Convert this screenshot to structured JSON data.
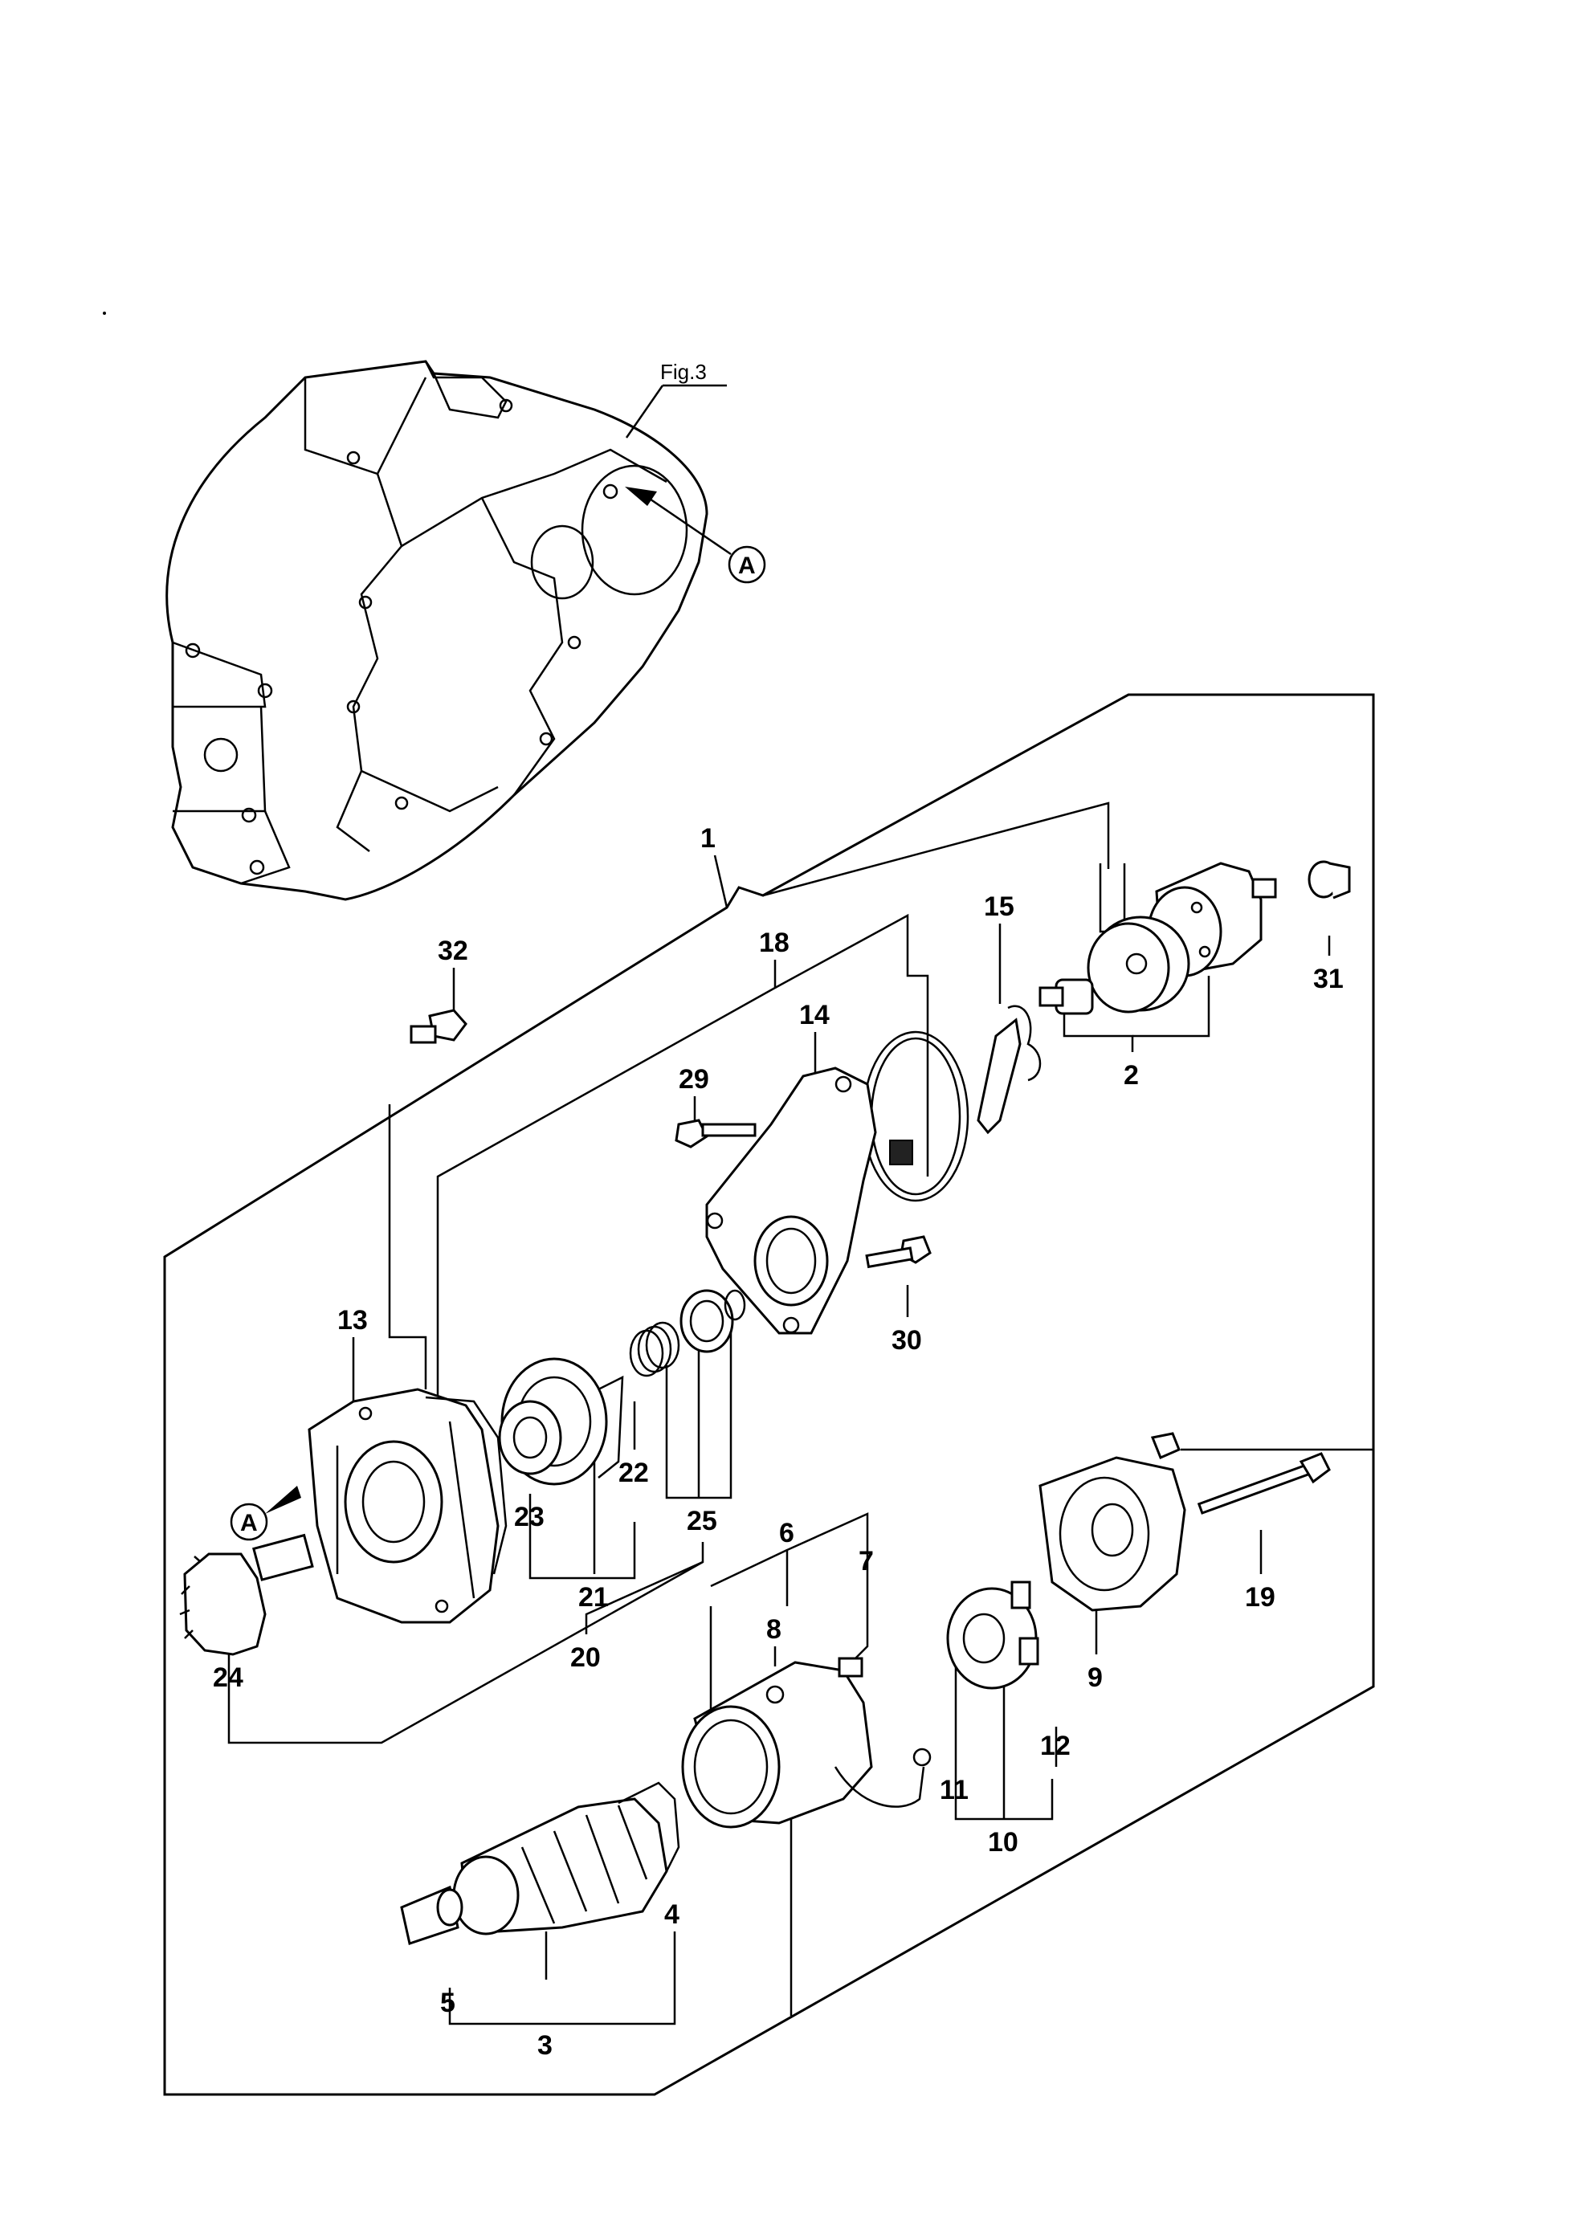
{
  "figure_ref": "Fig.3",
  "detail_marker": "A",
  "parts": [
    {
      "id": "p1",
      "number": "1"
    },
    {
      "id": "p2",
      "number": "2"
    },
    {
      "id": "p3",
      "number": "3"
    },
    {
      "id": "p4",
      "number": "4"
    },
    {
      "id": "p5",
      "number": "5"
    },
    {
      "id": "p6",
      "number": "6"
    },
    {
      "id": "p7",
      "number": "7"
    },
    {
      "id": "p8",
      "number": "8"
    },
    {
      "id": "p9",
      "number": "9"
    },
    {
      "id": "p10",
      "number": "10"
    },
    {
      "id": "p11",
      "number": "11"
    },
    {
      "id": "p12",
      "number": "12"
    },
    {
      "id": "p13",
      "number": "13"
    },
    {
      "id": "p14",
      "number": "14"
    },
    {
      "id": "p15",
      "number": "15"
    },
    {
      "id": "p18",
      "number": "18"
    },
    {
      "id": "p19",
      "number": "19"
    },
    {
      "id": "p20",
      "number": "20"
    },
    {
      "id": "p21",
      "number": "21"
    },
    {
      "id": "p22",
      "number": "22"
    },
    {
      "id": "p23",
      "number": "23"
    },
    {
      "id": "p24",
      "number": "24"
    },
    {
      "id": "p25",
      "number": "25"
    },
    {
      "id": "p29",
      "number": "29"
    },
    {
      "id": "p30",
      "number": "30"
    },
    {
      "id": "p31",
      "number": "31"
    },
    {
      "id": "p32",
      "number": "32"
    }
  ]
}
